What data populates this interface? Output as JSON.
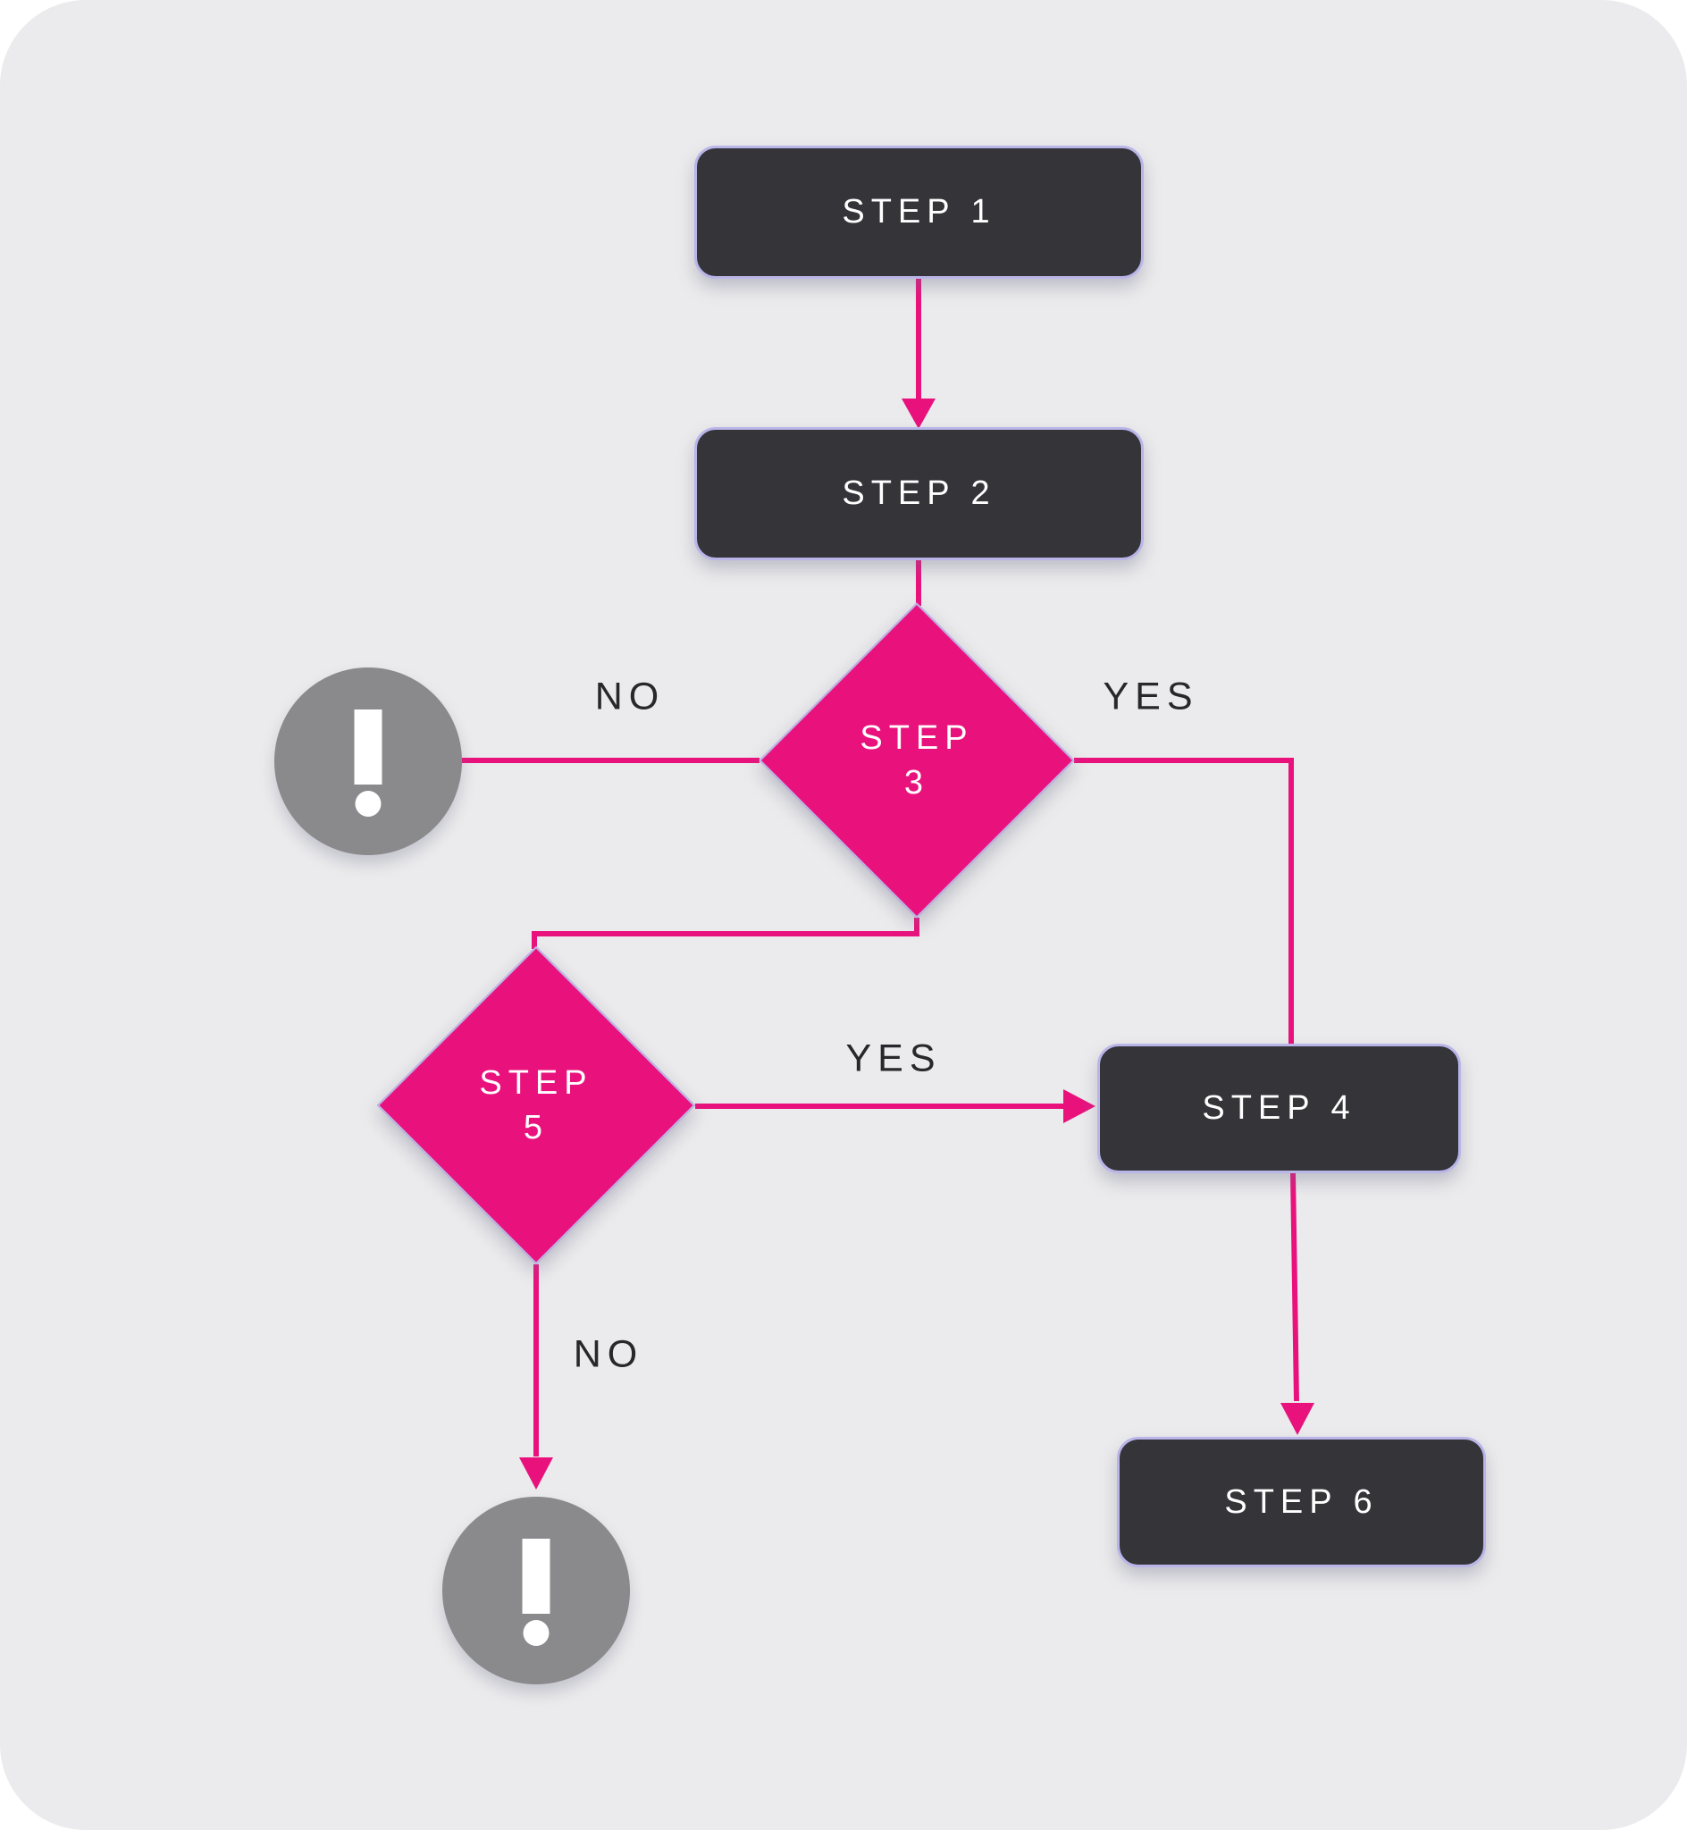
{
  "diagram": {
    "nodes": {
      "step1": {
        "label": "STEP 1"
      },
      "step2": {
        "label": "STEP 2"
      },
      "step3": {
        "label_line1": "STEP",
        "label_line2": "3"
      },
      "step4": {
        "label": "STEP 4"
      },
      "step5": {
        "label_line1": "STEP",
        "label_line2": "5"
      },
      "step6": {
        "label": "STEP 6"
      }
    },
    "edge_labels": {
      "step3_no": "NO",
      "step3_yes": "YES",
      "step5_yes": "YES",
      "step5_no": "NO"
    },
    "colors": {
      "accent_pink": "#e9127d",
      "node_dark": "#343439",
      "node_border": "#b9b5e8",
      "circle_gray": "#8a8a8c",
      "canvas_bg": "#ebebed",
      "label_text": "#27272c"
    }
  }
}
